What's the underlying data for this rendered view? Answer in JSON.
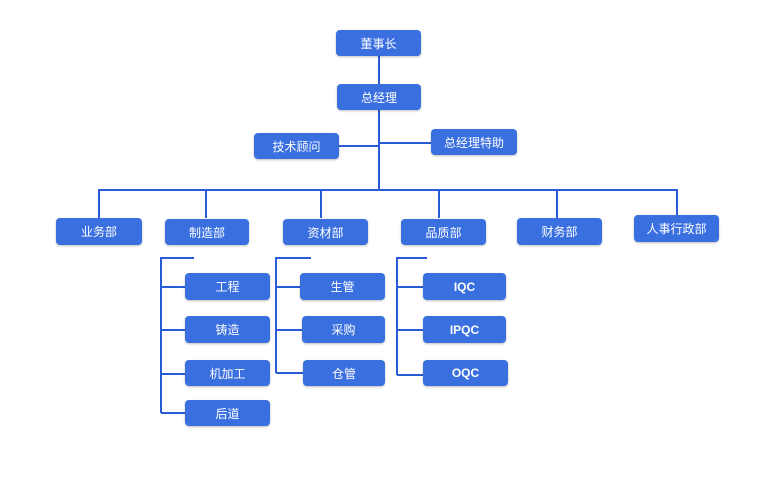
{
  "org": {
    "chairman": "董事长",
    "gm": "总经理",
    "advisor": "技术顾问",
    "gm_assistant": "总经理特助",
    "departments": {
      "business": "业务部",
      "manufacturing": "制造部",
      "materials": "资材部",
      "quality": "品质部",
      "finance": "财务部",
      "hr_admin": "人事行政部"
    },
    "manufacturing_units": [
      "工程",
      "铸造",
      "机加工",
      "后道"
    ],
    "materials_units": [
      "生管",
      "采购",
      "仓管"
    ],
    "quality_units": [
      "IQC",
      "IPQC",
      "OQC"
    ]
  },
  "colors": {
    "node": "#3a6fe0",
    "line": "#2a5bd7",
    "text": "#ffffff"
  }
}
